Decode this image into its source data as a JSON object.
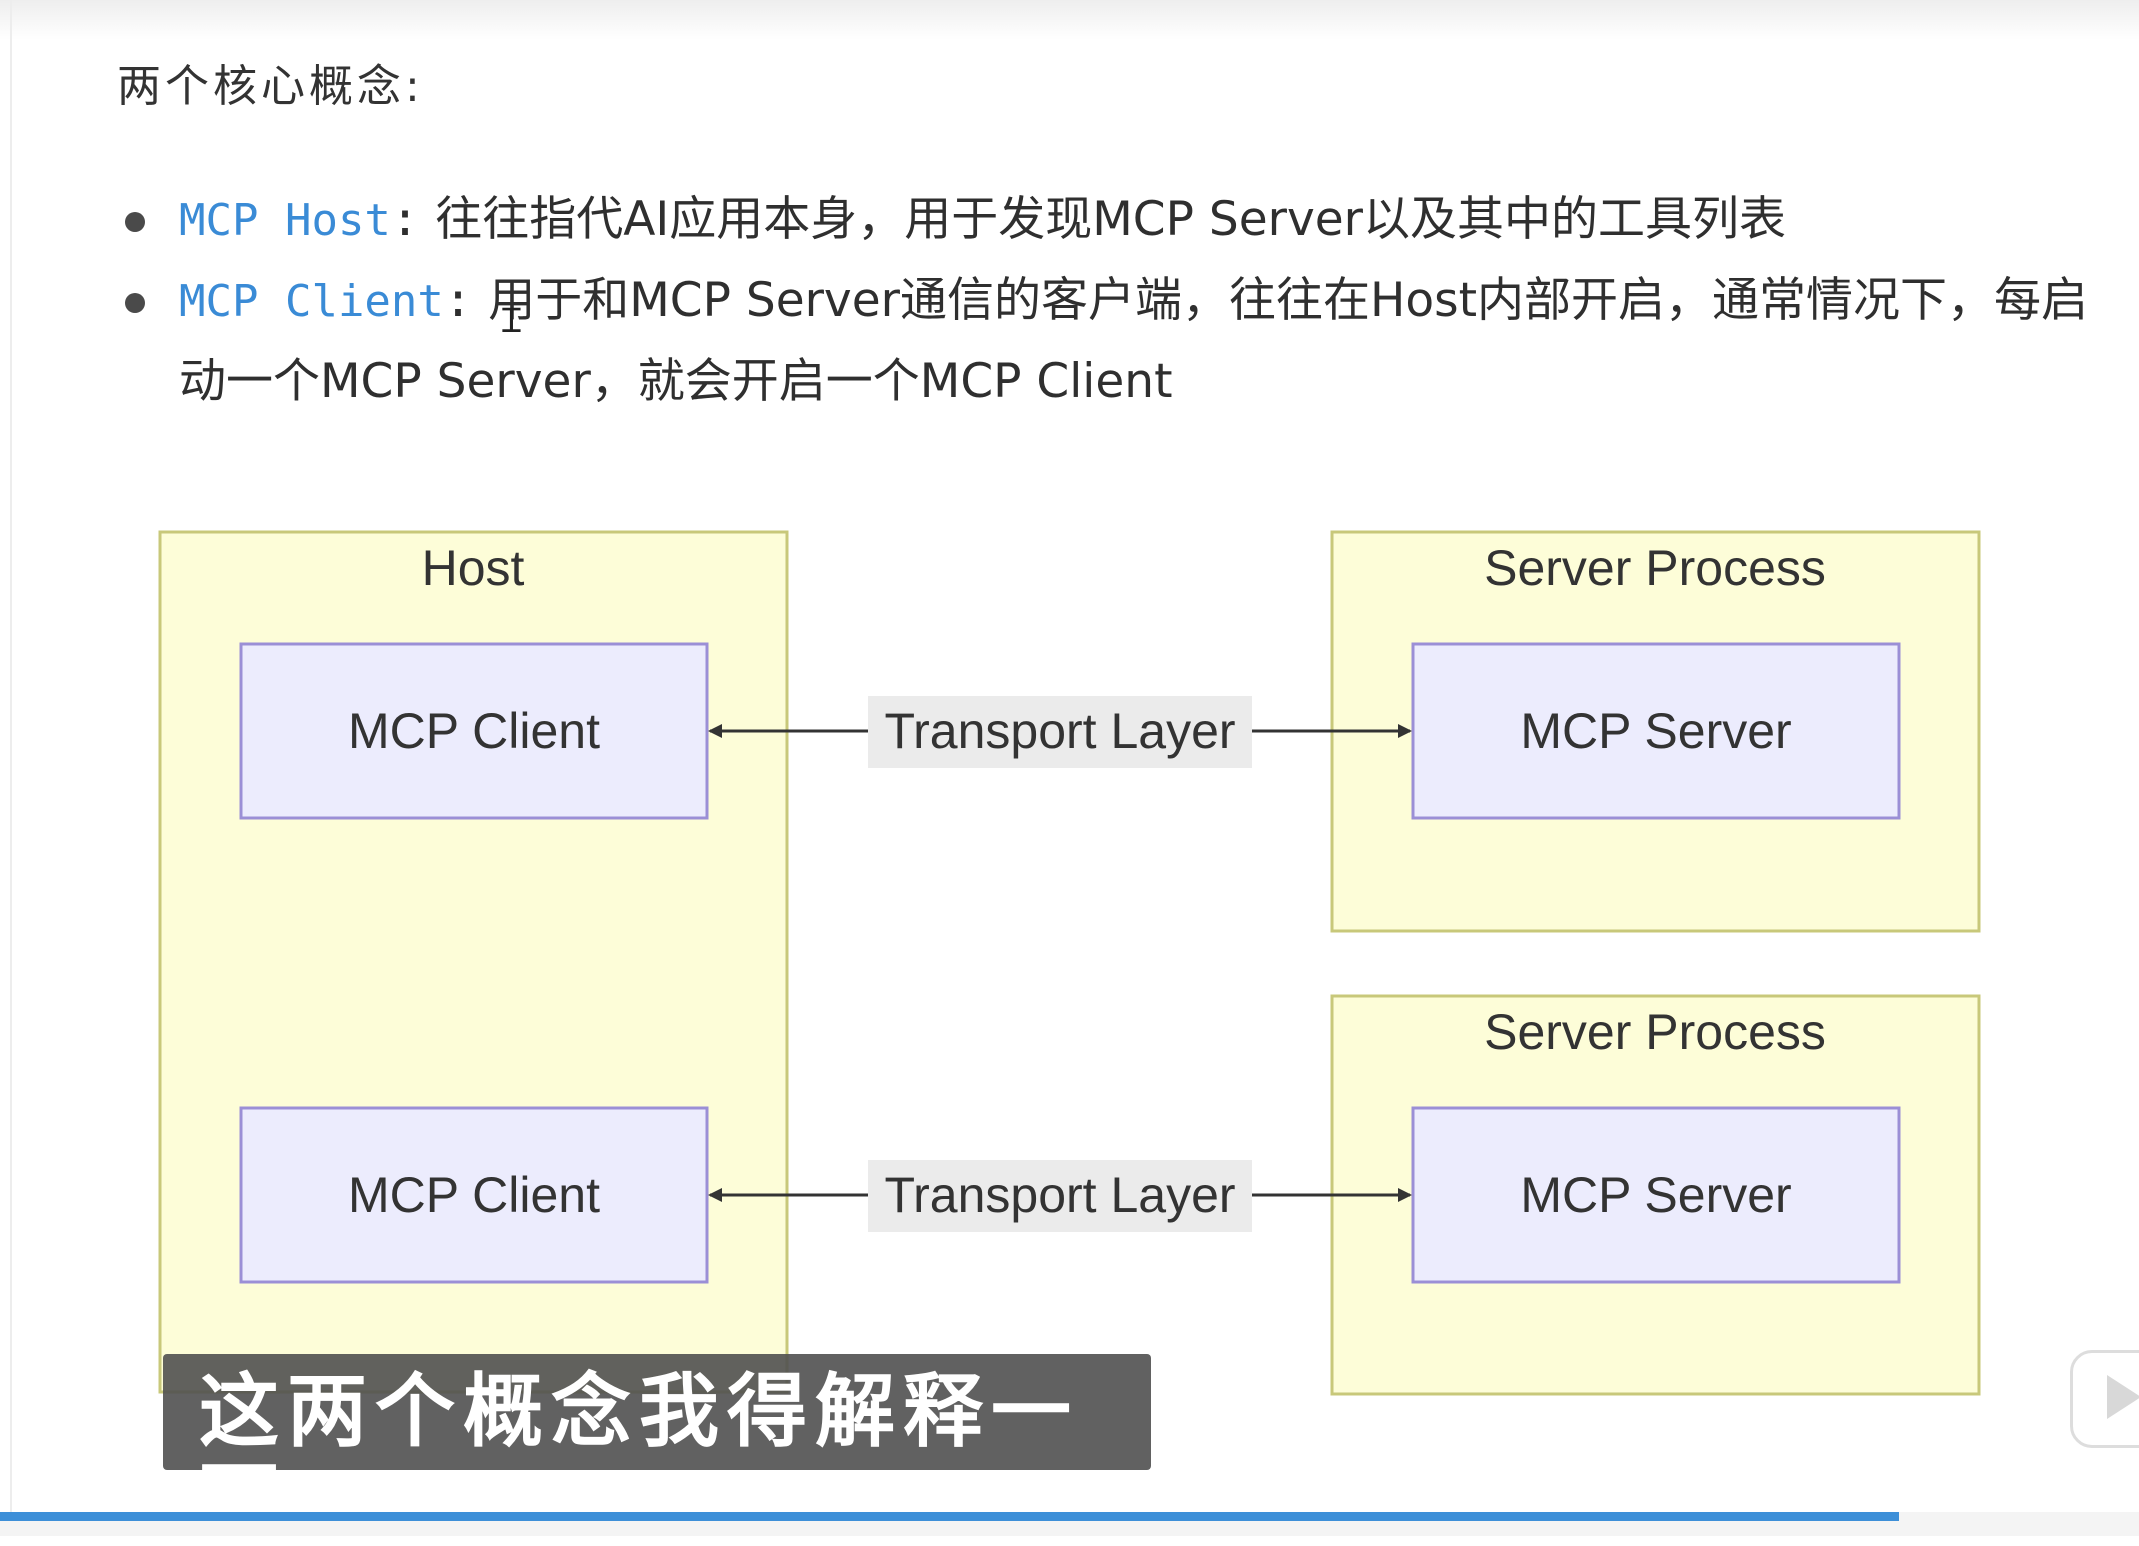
{
  "doc": {
    "heading": "两个核心概念:",
    "bullets": [
      {
        "term": "MCP Host",
        "colon": ":",
        "text": "往往指代AI应用本身，用于发现MCP Server以及其中的工具列表"
      },
      {
        "term": "MCP Client",
        "colon": ":",
        "text": "用于和MCP Server通信的客户端，往往在Host内部开启，通常情况下，每启动一个MCP Server，就会开启一个MCP Client"
      }
    ]
  },
  "diagram": {
    "host_title": "Host",
    "clients": [
      "MCP Client",
      "MCP Client"
    ],
    "transport_labels": [
      "Transport Layer",
      "Transport Layer"
    ],
    "server_process_titles": [
      "Server Process",
      "Server Process"
    ],
    "servers": [
      "MCP Server",
      "MCP Server"
    ],
    "colors": {
      "container_fill": "#fdfdd8",
      "container_border": "#c8c87a",
      "node_fill": "#ececfd",
      "node_border": "#9b8fd6",
      "label_bg": "#ebebeb",
      "edge": "#333333"
    }
  },
  "subtitle": "这两个概念我得解释一下",
  "player": {
    "progress": 0.888,
    "accent": "#3d8fd8",
    "play_icon": "play-icon"
  }
}
